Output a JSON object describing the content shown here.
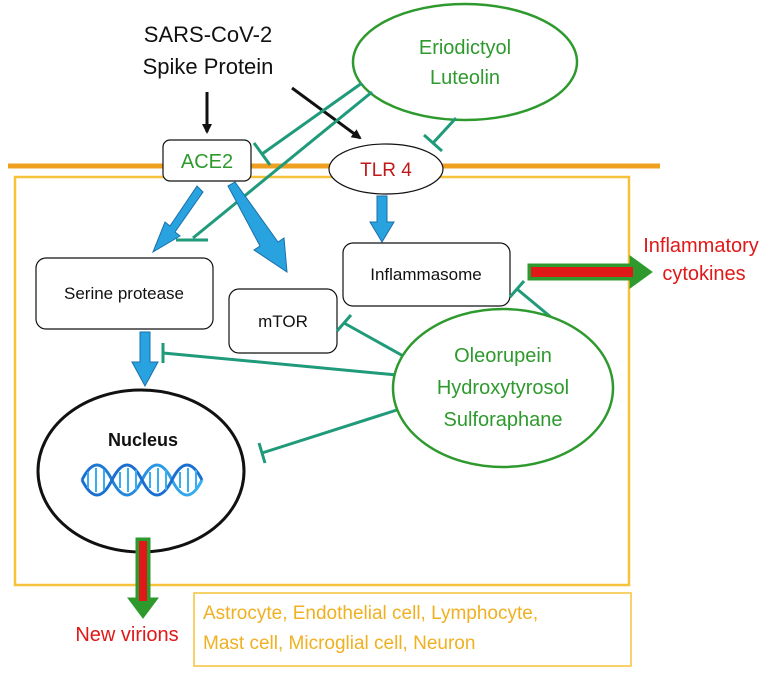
{
  "source_label": {
    "line1": "SARS-CoV-2",
    "line2": "Spike Protein"
  },
  "inhibitor_group_1": {
    "line1": "Eriodictyol",
    "line2": "Luteolin"
  },
  "inhibitor_group_2": {
    "line1": "Oleorupein",
    "line2": "Hydroxytyrosol",
    "line3": "Sulforaphane"
  },
  "receptors": {
    "ace2": "ACE2",
    "tlr4": "TLR 4"
  },
  "nodes": {
    "serine_protease": "Serine protease",
    "mtor": "mTOR",
    "inflammasome": "Inflammasome",
    "nucleus": "Nucleus"
  },
  "outputs": {
    "inflammatory_line1": "Inflammatory",
    "inflammatory_line2": "cytokines",
    "new_virions": "New virions"
  },
  "cell_types": {
    "line1": "Astrocyte, Endothelial cell, Lymphocyte,",
    "line2": "Mast cell, Microglial cell, Neuron"
  },
  "colors": {
    "membrane": "#f0a020",
    "cell_box": "#f5c23a",
    "green_text": "#2e9a2e",
    "inhibitor_line": "#1f9a7a",
    "blue_arrow": "#29a3e0",
    "blue_arrow_edge": "#1a6fa8",
    "red_text": "#e01818",
    "dark_red_text": "#c01818",
    "yellow_text": "#f0b020",
    "black": "#111111"
  },
  "icons": {
    "dna": "dna-helix-icon"
  }
}
